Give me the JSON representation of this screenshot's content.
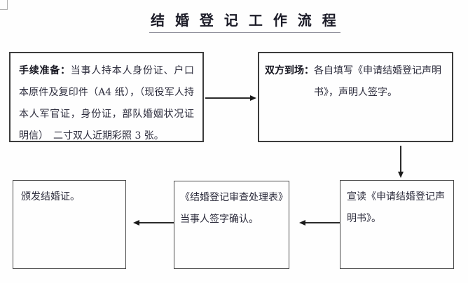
{
  "title": "结 婚 登 记 工 作 流 程",
  "steps": {
    "prepare": {
      "label": "手续准备：",
      "body": "当事人持本人身份证、户口本原件及复印件（A4 纸），（现役军人持本人军官证，身份证，部队婚姻状况证明信）　二寸双人近期彩照 3 张。"
    },
    "attend": {
      "label": "双方到场：",
      "body_line1": "各自填写《申请结婚登记声明",
      "body_line2": "书》，声明人签字。"
    },
    "read": {
      "body": "宣读《申请结婚登记声明书》。"
    },
    "review_sign": {
      "body": "《结婚登记审查处理表》当事人签字确认。"
    },
    "issue": {
      "body": "颁发结婚证。"
    }
  },
  "colors": {
    "text": "#2c2c3c",
    "box_border": "#3c3c3c",
    "arrow": "#2b2b2b",
    "background": "#fefefe"
  }
}
